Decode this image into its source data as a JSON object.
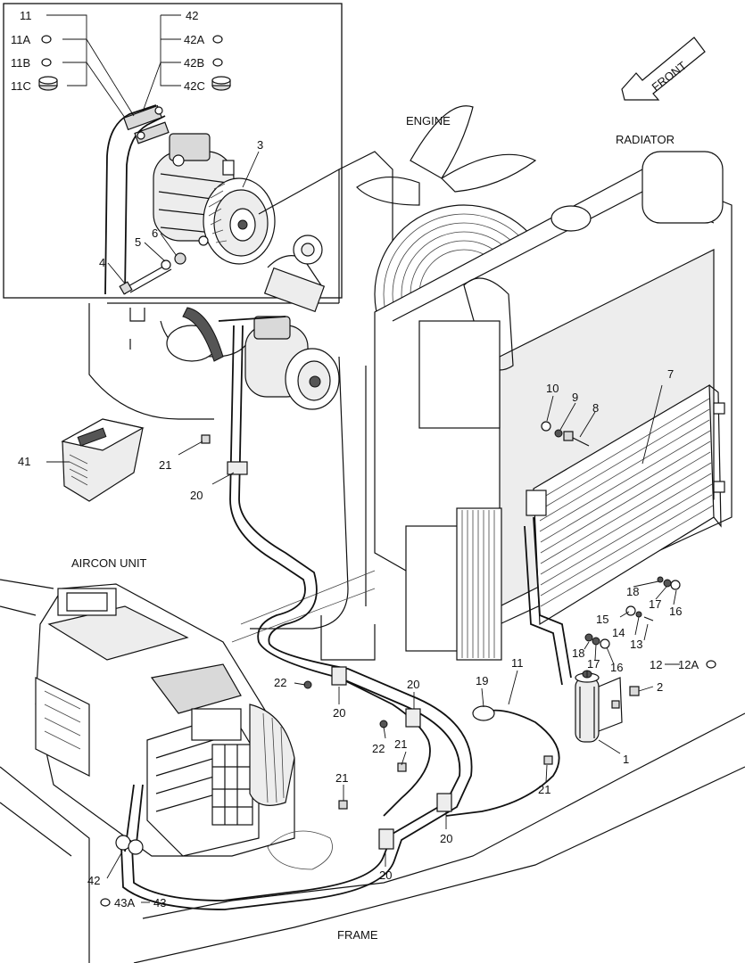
{
  "labels": {
    "front": "FRONT",
    "engine": "ENGINE",
    "radiator": "RADIATOR",
    "aircon_unit": "AIRCON UNIT",
    "frame": "FRAME"
  },
  "inset_callouts": {
    "p11": "11",
    "p11a": "11A",
    "p11b": "11B",
    "p11c": "11C",
    "p42": "42",
    "p42a": "42A",
    "p42b": "42B",
    "p42c": "42C",
    "p3": "3",
    "p4": "4",
    "p5": "5",
    "p6": "6"
  },
  "callouts": {
    "p7": "7",
    "p8": "8",
    "p9": "9",
    "p10": "10",
    "p41": "41",
    "p21_a": "21",
    "p20_a": "20",
    "p18_a": "18",
    "p17_a": "17",
    "p16_a": "16",
    "p15": "15",
    "p14": "14",
    "p13": "13",
    "p18_b": "18",
    "p17_b": "17",
    "p16_b": "16",
    "p12": "12",
    "p12a": "12A",
    "p2": "2",
    "p1": "1",
    "p22_a": "22",
    "p20_b": "20",
    "p20_c": "20",
    "p19": "19",
    "p11": "11",
    "p22_b": "22",
    "p21_b": "21",
    "p21_c": "21",
    "p21_d": "21",
    "p20_d": "20",
    "p20_e": "20",
    "p42": "42",
    "p43a": "43A",
    "p43": "43"
  },
  "colors": {
    "line": "#111111",
    "fill_gray": "#d9d9d9",
    "background": "#ffffff"
  }
}
